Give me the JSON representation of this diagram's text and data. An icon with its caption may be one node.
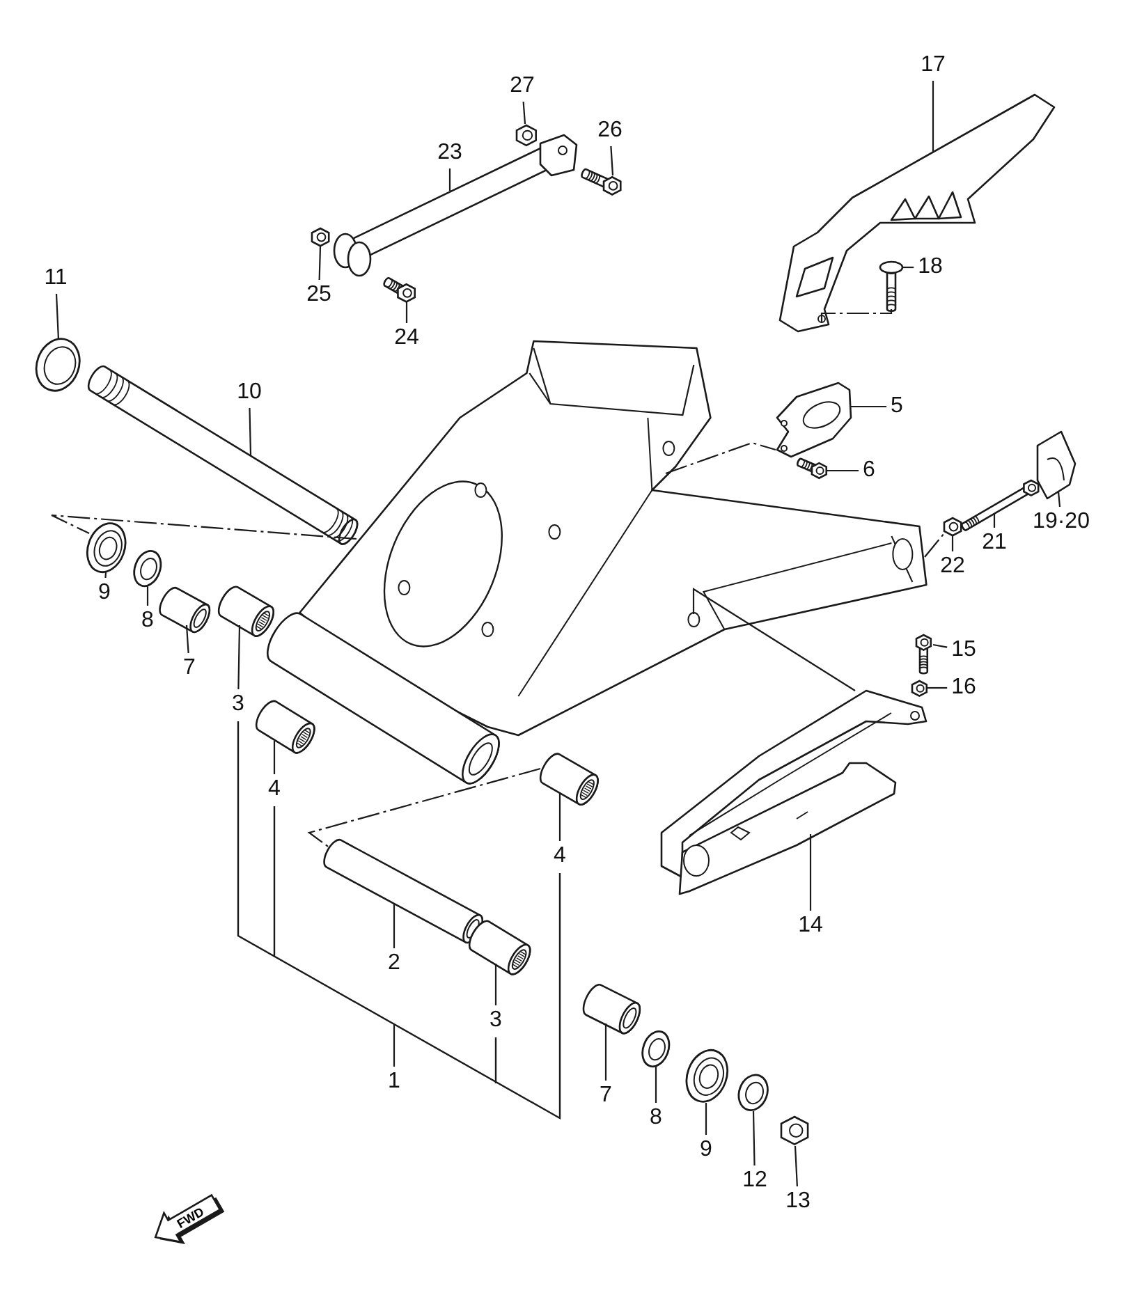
{
  "diagram": {
    "nodes": [
      {
        "text": [
          "27"
        ]
      },
      {
        "text": [
          "23"
        ]
      },
      {
        "text": [
          "26"
        ]
      },
      {
        "text": [
          "17"
        ]
      },
      {
        "text": [
          "11"
        ]
      },
      {
        "text": [
          "25"
        ]
      },
      {
        "text": [
          "24"
        ]
      },
      {
        "text": [
          "18"
        ]
      },
      {
        "text": [
          "10"
        ]
      },
      {
        "text": [
          "5"
        ]
      },
      {
        "text": [
          "6"
        ]
      },
      {
        "text": [
          "21"
        ]
      },
      {
        "text": [
          "19·20"
        ]
      },
      {
        "text": [
          "22"
        ]
      },
      {
        "text": [
          "9"
        ]
      },
      {
        "text": [
          "8"
        ]
      },
      {
        "text": [
          "7"
        ]
      },
      {
        "text": [
          "3"
        ]
      },
      {
        "text": [
          "15"
        ]
      },
      {
        "text": [
          "16"
        ]
      },
      {
        "text": [
          "4"
        ]
      },
      {
        "text": [
          "4"
        ]
      },
      {
        "text": [
          "14"
        ]
      },
      {
        "text": [
          "2"
        ]
      },
      {
        "text": [
          "3"
        ]
      },
      {
        "text": [
          "1"
        ]
      },
      {
        "text": [
          "7"
        ]
      },
      {
        "text": [
          "8"
        ]
      },
      {
        "text": [
          "9"
        ]
      },
      {
        "text": [
          "12"
        ]
      },
      {
        "text": [
          "13"
        ]
      },
      {
        "text": [],
        "shape": "picture"
      },
      {
        "text": [],
        "shape": "picture"
      },
      {
        "text": [],
        "shape": "picture"
      },
      {
        "text": [],
        "shape": "picture"
      },
      {
        "text": [],
        "shape": "picture"
      },
      {
        "text": [],
        "shape": "picture"
      },
      {
        "text": [],
        "shape": "picture"
      },
      {
        "text": [],
        "shape": "picture"
      },
      {
        "text": [],
        "shape": "picture"
      },
      {
        "text": [],
        "shape": "picture"
      },
      {
        "text": [],
        "shape": "picture"
      },
      {
        "text": [],
        "shape": "picture"
      },
      {
        "text": [],
        "shape": "picture"
      },
      {
        "text": [],
        "shape": "picture"
      },
      {
        "text": [],
        "shape": "picture"
      },
      {
        "text": [],
        "shape": "picture"
      },
      {
        "text": [],
        "shape": "picture"
      },
      {
        "text": [],
        "shape": "picture"
      },
      {
        "text": [],
        "shape": "picture"
      },
      {
        "text": [],
        "shape": "picture"
      },
      {
        "text": [],
        "shape": "picture"
      },
      {
        "text": [],
        "shape": "picture"
      },
      {
        "text": [],
        "shape": "picture"
      },
      {
        "text": [],
        "shape": "picture"
      },
      {
        "text": [],
        "shape": "picture"
      },
      {
        "text": [],
        "shape": "picture"
      },
      {
        "text": [],
        "shape": "picture"
      },
      {
        "text": [],
        "shape": "picture"
      },
      {
        "text": [],
        "shape": "picture"
      },
      {
        "text": [],
        "shape": "picture"
      },
      {
        "text": [],
        "shape": "picture"
      }
    ],
    "edges": [
      {
        "from": 0,
        "to": 32,
        "arrow": "none"
      },
      {
        "from": 1,
        "to": 33,
        "arrow": "none"
      },
      {
        "from": 2,
        "to": 34,
        "arrow": "none"
      },
      {
        "from": 3,
        "to": 35,
        "arrow": "none"
      },
      {
        "from": 4,
        "to": 36,
        "arrow": "none"
      },
      {
        "from": 5,
        "to": 37,
        "arrow": "none"
      },
      {
        "from": 6,
        "to": 38,
        "arrow": "none"
      },
      {
        "from": 7,
        "to": 39,
        "arrow": "none"
      },
      {
        "from": 8,
        "to": 40,
        "arrow": "none"
      },
      {
        "from": 9,
        "to": 41,
        "arrow": "none"
      },
      {
        "from": 10,
        "to": 42,
        "arrow": "none"
      },
      {
        "from": 11,
        "to": 43,
        "arrow": "none"
      },
      {
        "from": 12,
        "to": 44,
        "arrow": "none"
      },
      {
        "from": 13,
        "to": 45,
        "arrow": "none"
      },
      {
        "from": 14,
        "to": 46,
        "arrow": "none"
      },
      {
        "from": 15,
        "to": 47,
        "arrow": "none"
      },
      {
        "from": 16,
        "to": 48,
        "arrow": "none"
      },
      {
        "from": 17,
        "to": 49,
        "arrow": "none"
      },
      {
        "from": 18,
        "to": 50,
        "arrow": "none"
      },
      {
        "from": 19,
        "to": 51,
        "arrow": "none"
      },
      {
        "from": 20,
        "to": 52,
        "arrow": "none"
      },
      {
        "from": 21,
        "to": 53,
        "arrow": "none"
      },
      {
        "from": 22,
        "to": 54,
        "arrow": "none"
      },
      {
        "from": 23,
        "to": 55,
        "arrow": "none"
      },
      {
        "from": 24,
        "to": 56,
        "arrow": "none"
      },
      {
        "from": 25,
        "to": null,
        "arrow": "none"
      },
      {
        "from": 26,
        "to": 57,
        "arrow": "none"
      },
      {
        "from": 27,
        "to": 58,
        "arrow": "none"
      },
      {
        "from": 28,
        "to": 59,
        "arrow": "none"
      },
      {
        "from": 29,
        "to": 60,
        "arrow": "none"
      },
      {
        "from": 30,
        "to": 61,
        "arrow": "none"
      },
      {
        "from": 40,
        "to": 46,
        "arrow": "none",
        "style": "dashed"
      },
      {
        "from": 31,
        "to": 45,
        "arrow": "none",
        "style": "dashed"
      },
      {
        "from": 31,
        "to": 54,
        "arrow": "none"
      },
      {
        "from": 31,
        "to": 41,
        "arrow": "none",
        "style": "dashed"
      },
      {
        "from": 35,
        "to": 39,
        "arrow": "none",
        "style": "dashed"
      },
      {
        "from": 53,
        "to": 55,
        "arrow": "none",
        "style": "dashed"
      }
    ],
    "labels": [
      "FWD"
    ]
  }
}
